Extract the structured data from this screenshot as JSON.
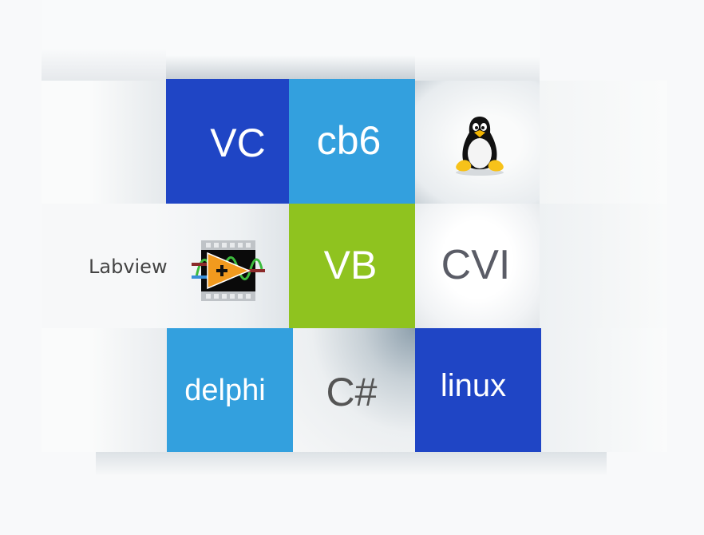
{
  "colors": {
    "dark_blue": "#1f45c5",
    "light_blue": "#33a0de",
    "green": "#8fc31f",
    "light_tile": "#f4f5f6",
    "text_dark": "#5a5c66"
  },
  "tiles": {
    "vc": {
      "label": "VC"
    },
    "cb6": {
      "label": "cb6"
    },
    "linux_logo": {
      "icon": "tux-penguin-icon"
    },
    "labview": {
      "label": "Labview",
      "icon": "labview-icon"
    },
    "vb": {
      "label": "VB"
    },
    "cvi": {
      "label": "CVI"
    },
    "delphi": {
      "label": "delphi"
    },
    "csharp": {
      "label": "C#"
    },
    "linux": {
      "label": "linux"
    }
  }
}
